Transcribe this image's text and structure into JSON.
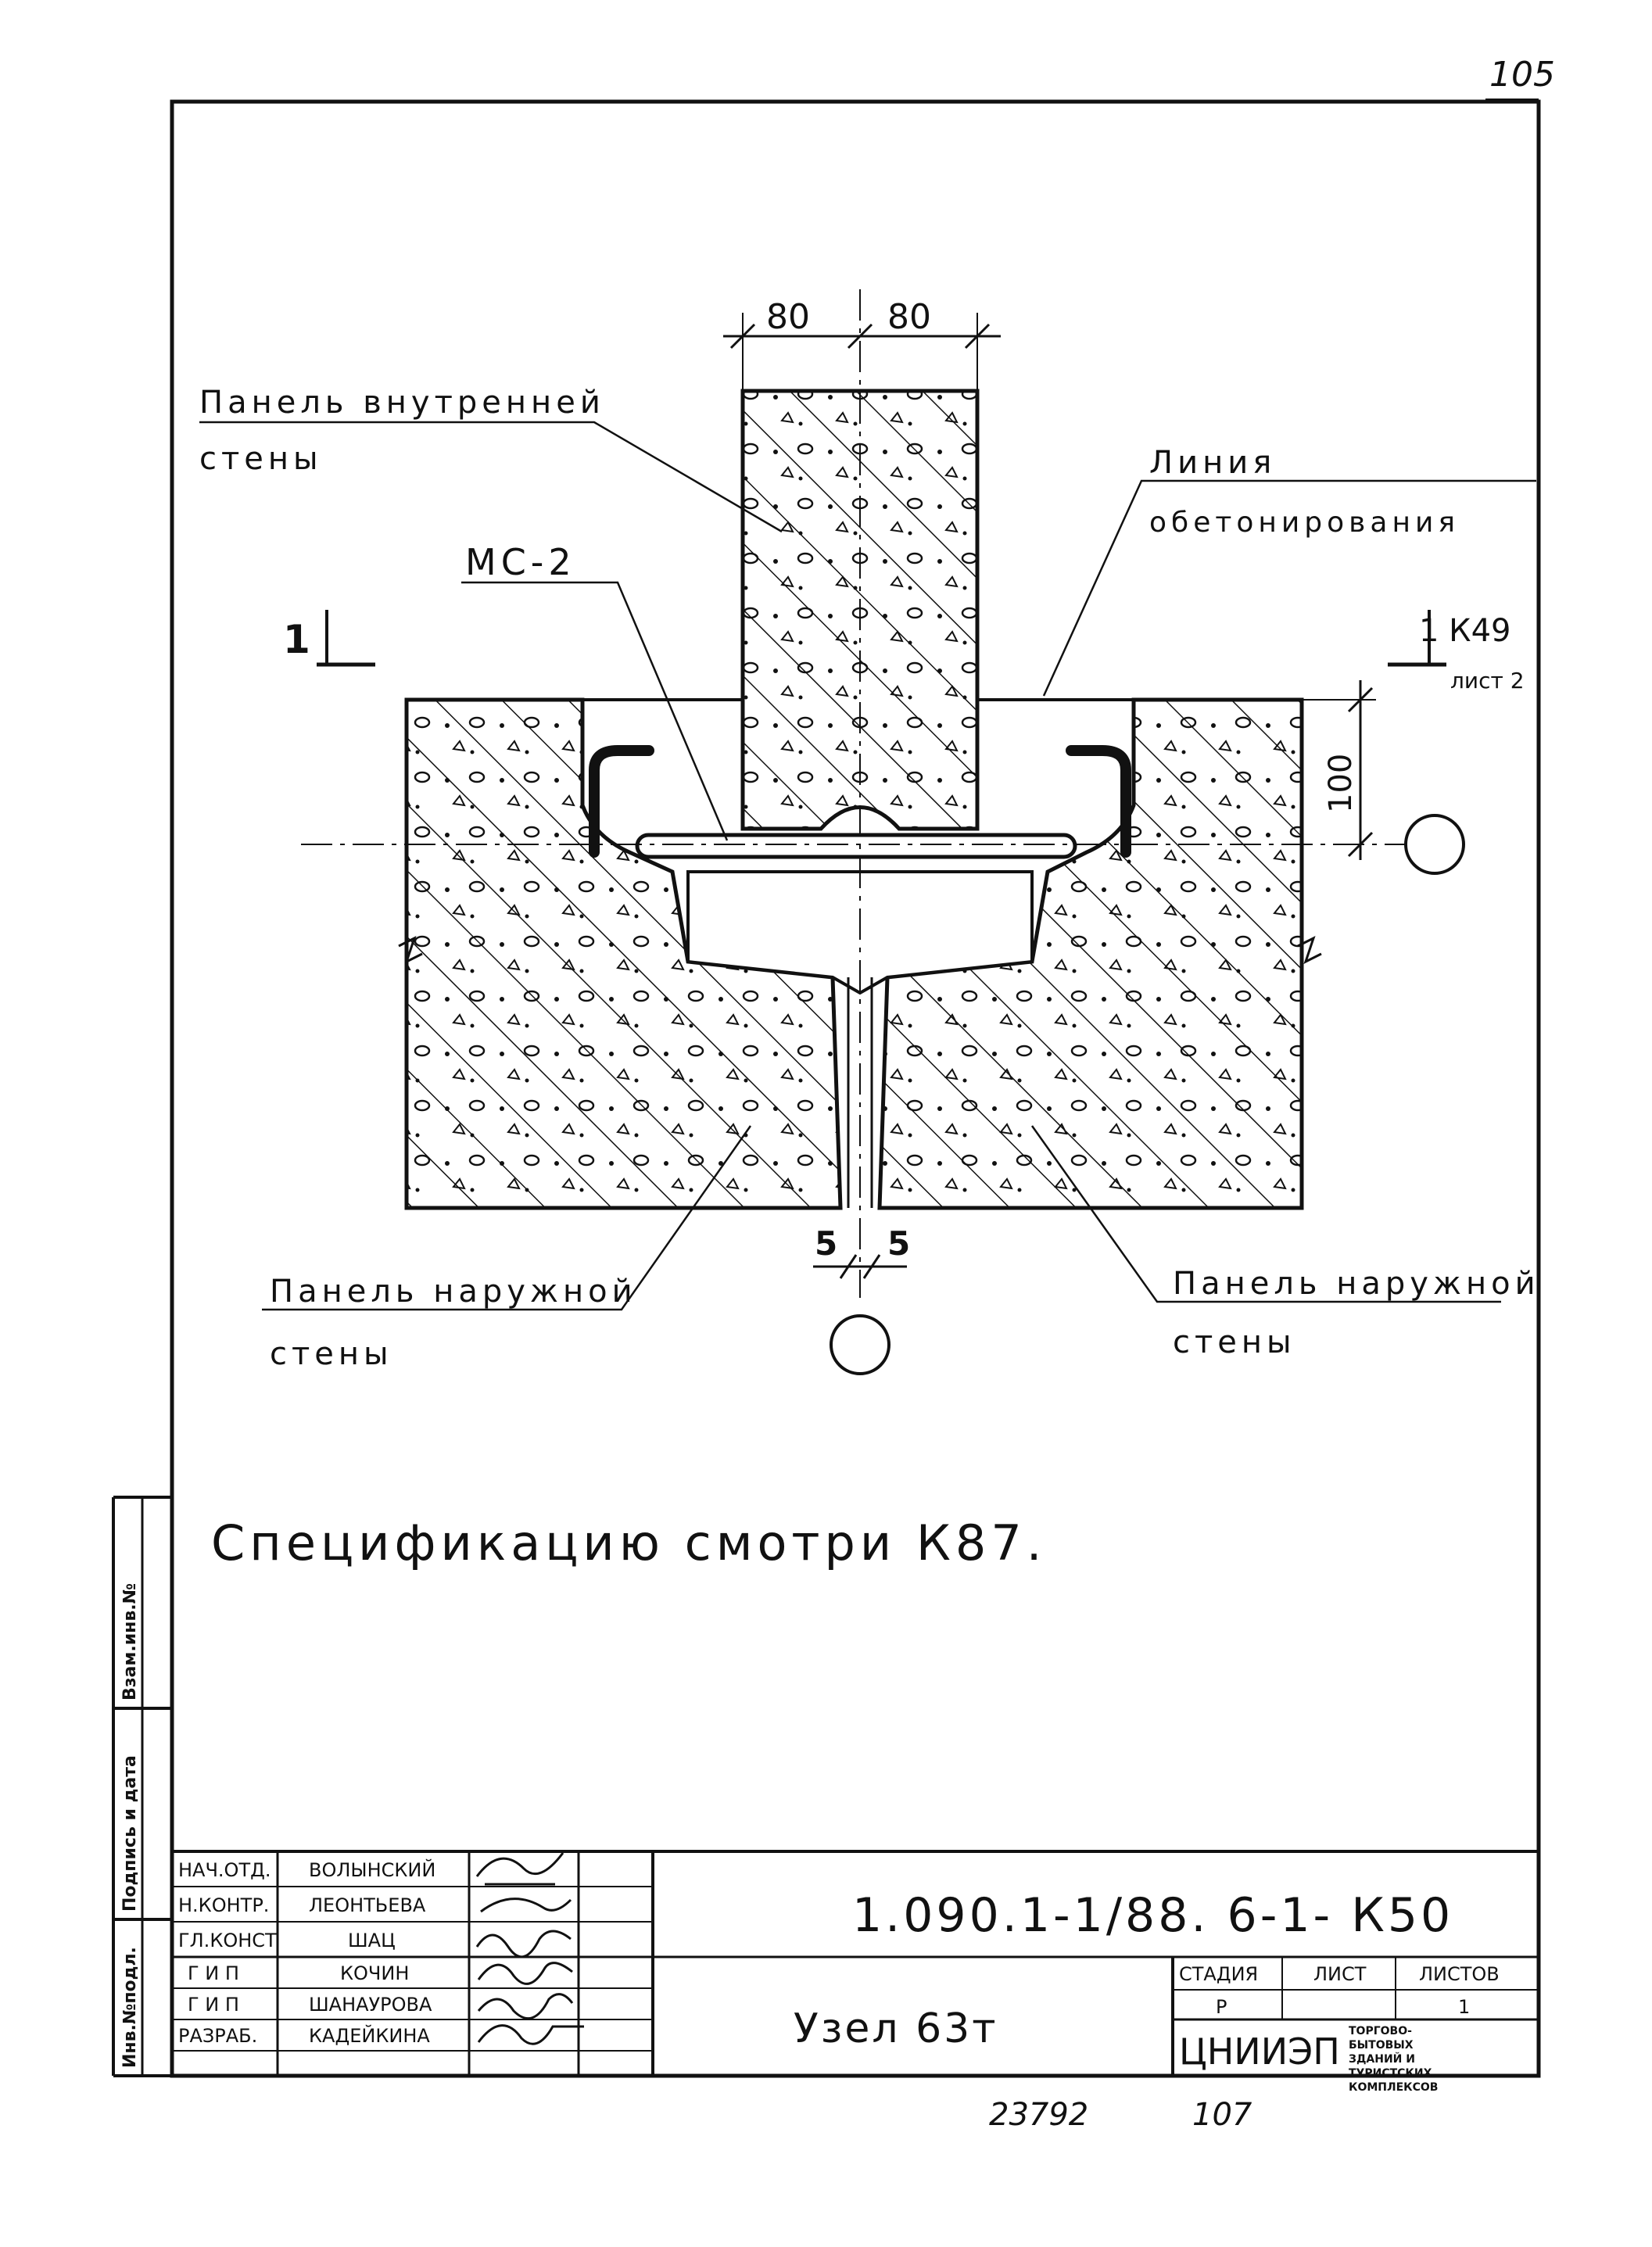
{
  "corner": {
    "sheet_number": "105"
  },
  "drawing": {
    "labels": {
      "inner_panel_1": "Панель внутренней",
      "inner_panel_2": "стены",
      "line_1": "Линия",
      "line_2": "обетонирования",
      "mc2": "МС-2",
      "section_left": "1",
      "section_right": "1 К49",
      "section_right_sheet": "лист 2",
      "outer_left_1": "Панель наружной",
      "outer_left_2": "стены",
      "outer_right_1": "Панель наружной",
      "outer_right_2": "стены"
    },
    "dims": {
      "top_left": "80",
      "top_right": "80",
      "side": "100",
      "gap_left": "5",
      "gap_right": "5"
    },
    "note": "Спецификацию смотри К87."
  },
  "side_stamp": {
    "vzam": "Взам.инв.№",
    "podpis": "Подпись и дата",
    "inv": "Инв.№подл."
  },
  "title_block": {
    "code": "1.090.1-1/88. 6-1- К50",
    "name": "Узел 63т",
    "org": "ЦНИИЭП",
    "org_desc": [
      "ТОРГОВО-",
      "БЫТОВЫХ",
      "ЗДАНИЙ И",
      "ТУРИСТСКИХ",
      "КОМПЛЕКСОВ"
    ],
    "stage_header": "СТАДИЯ",
    "sheet_header": "ЛИСТ",
    "sheets_header": "ЛИСТОВ",
    "stage": "Р",
    "sheet": "",
    "sheets": "1",
    "people": [
      {
        "role": "НАЧ.ОТД.",
        "name": "ВОЛЫНСКИЙ"
      },
      {
        "role": "Н.КОНТР.",
        "name": "ЛЕОНТЬЕВА"
      },
      {
        "role": "ГЛ.КОНСТ",
        "name": "ШАЦ"
      },
      {
        "role": "Г И П",
        "name": "КОЧИН"
      },
      {
        "role": "Г И П",
        "name": "ШАНАУРОВА"
      },
      {
        "role": "РАЗРАБ.",
        "name": "КАДЕЙКИНА"
      }
    ]
  },
  "footer": {
    "inv_no": "23792",
    "page": "107"
  }
}
